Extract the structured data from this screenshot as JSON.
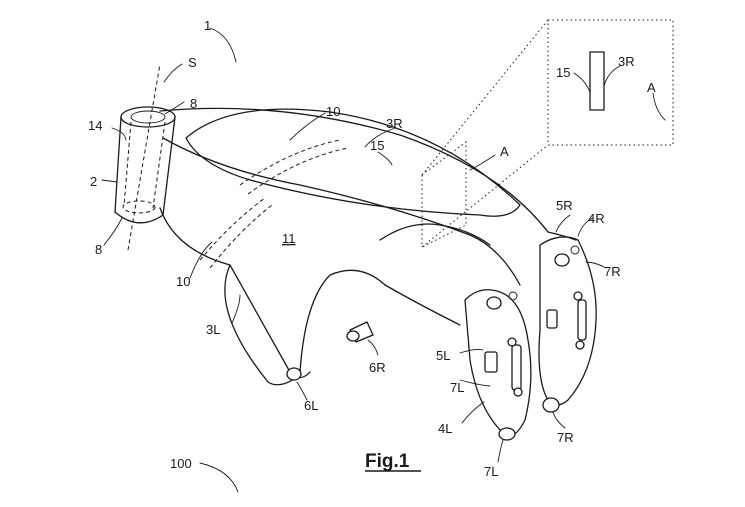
{
  "figure": {
    "caption": "Fig.1",
    "labels": {
      "l1": "1",
      "lS": "S",
      "l8a": "8",
      "l14": "14",
      "l2": "2",
      "l8b": "8",
      "l10a": "10",
      "l10b": "10",
      "l3R": "3R",
      "l15": "15",
      "lA1": "A",
      "l11": "11",
      "l3L": "3L",
      "l6R": "6R",
      "l6L": "6L",
      "l5L": "5L",
      "l7La": "7L",
      "l4L": "4L",
      "l7Lb": "7L",
      "l5R": "5R",
      "l4R": "4R",
      "l7Ra": "7R",
      "l7Rb": "7R",
      "l100": "100",
      "inset15": "15",
      "inset3R": "3R",
      "lA2": "A"
    }
  }
}
